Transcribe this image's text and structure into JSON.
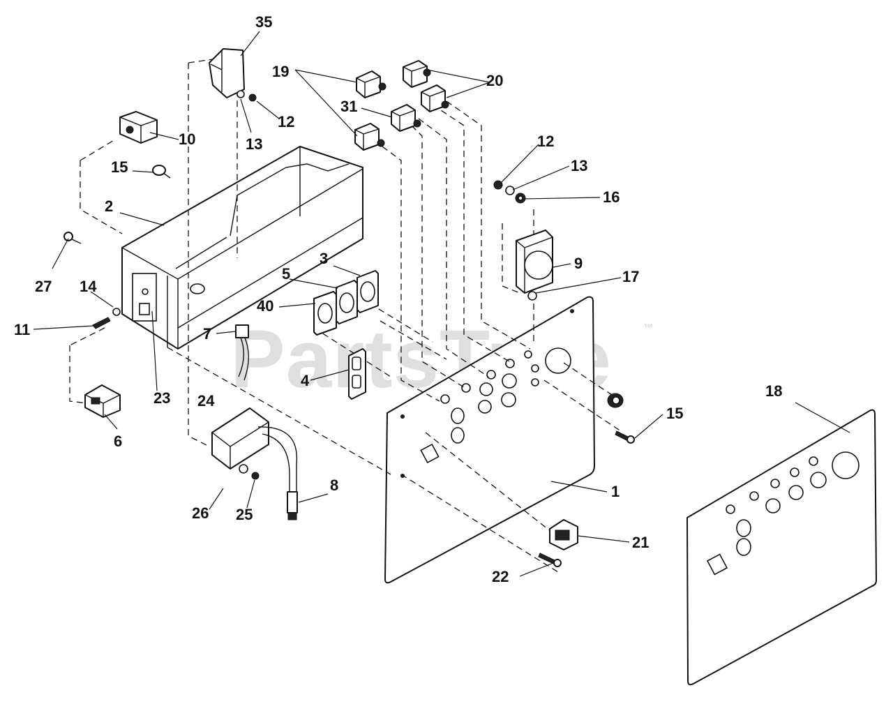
{
  "watermark": {
    "text": "PartsTree",
    "mark": "™"
  },
  "callouts": [
    {
      "id": "35",
      "label": "35"
    },
    {
      "id": "19",
      "label": "19"
    },
    {
      "id": "20",
      "label": "20"
    },
    {
      "id": "31",
      "label": "31"
    },
    {
      "id": "12a",
      "label": "12"
    },
    {
      "id": "13a",
      "label": "13"
    },
    {
      "id": "10",
      "label": "10"
    },
    {
      "id": "15a",
      "label": "15"
    },
    {
      "id": "2",
      "label": "2"
    },
    {
      "id": "27",
      "label": "27"
    },
    {
      "id": "14",
      "label": "14"
    },
    {
      "id": "11",
      "label": "11"
    },
    {
      "id": "23",
      "label": "23"
    },
    {
      "id": "24",
      "label": "24"
    },
    {
      "id": "6",
      "label": "6"
    },
    {
      "id": "3",
      "label": "3"
    },
    {
      "id": "5",
      "label": "5"
    },
    {
      "id": "40",
      "label": "40"
    },
    {
      "id": "7",
      "label": "7"
    },
    {
      "id": "4",
      "label": "4"
    },
    {
      "id": "12b",
      "label": "12"
    },
    {
      "id": "13b",
      "label": "13"
    },
    {
      "id": "16",
      "label": "16"
    },
    {
      "id": "9",
      "label": "9"
    },
    {
      "id": "17",
      "label": "17"
    },
    {
      "id": "15b",
      "label": "15"
    },
    {
      "id": "18",
      "label": "18"
    },
    {
      "id": "1",
      "label": "1"
    },
    {
      "id": "21",
      "label": "21"
    },
    {
      "id": "22",
      "label": "22"
    },
    {
      "id": "8",
      "label": "8"
    },
    {
      "id": "26",
      "label": "26"
    },
    {
      "id": "25",
      "label": "25"
    }
  ]
}
